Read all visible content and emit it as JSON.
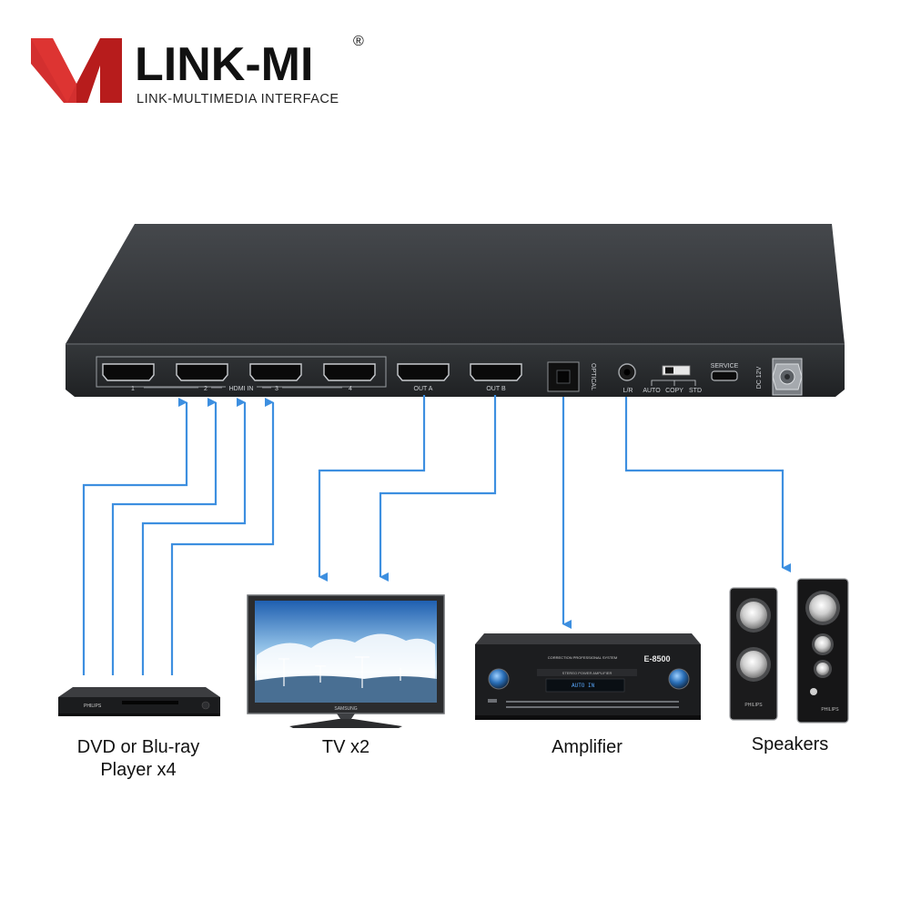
{
  "brand": {
    "name": "LINK-MI",
    "registered": "®",
    "tagline": "LINK-MULTIMEDIA INTERFACE",
    "red": "#d32f2f"
  },
  "device": {
    "hdmi_in_label": "HDMI IN",
    "input_numbers": [
      "1",
      "2",
      "3",
      "4"
    ],
    "out_a": "OUT A",
    "out_b": "OUT B",
    "optical": "OPTICAL",
    "lr": "L/R",
    "switch_modes": [
      "AUTO",
      "COPY",
      "STD"
    ],
    "service": "SERVICE",
    "power": "DC 12V"
  },
  "arrow_color": "#3d8fe0",
  "tv_brand": "SAMSUNG",
  "player_brand": "PHILIPS",
  "speaker_brand": "PHILIPS",
  "amplifier": {
    "model": "E-8500",
    "header": "CORRECTION PROFESSIONAL SYSTEM",
    "subheader": "STEREO POWER AMPLIFIER",
    "display": "AUTO IN"
  },
  "labels": {
    "player_line1": "DVD or Blu-ray",
    "player_line2": "Player x4",
    "tv": "TV x2",
    "amplifier": "Amplifier",
    "speakers": "Speakers"
  }
}
